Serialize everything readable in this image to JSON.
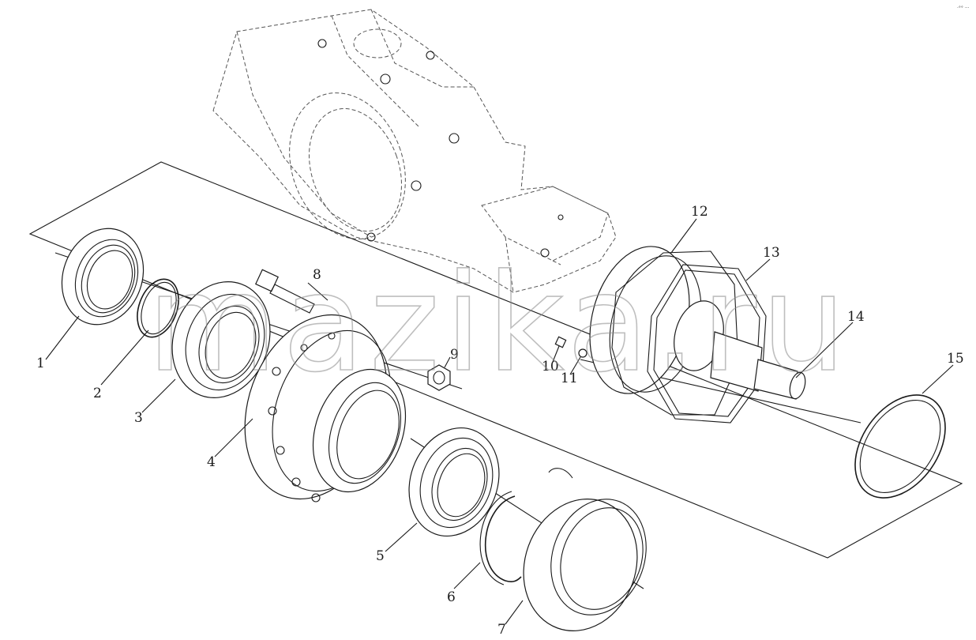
{
  "watermark": "mazika.ru",
  "corner_note": "·°° ···",
  "callouts": [
    {
      "id": "1",
      "text": "1"
    },
    {
      "id": "2",
      "text": "2"
    },
    {
      "id": "3",
      "text": "3"
    },
    {
      "id": "4",
      "text": "4"
    },
    {
      "id": "5",
      "text": "5"
    },
    {
      "id": "6",
      "text": "6"
    },
    {
      "id": "7",
      "text": "7"
    },
    {
      "id": "8",
      "text": "8"
    },
    {
      "id": "9",
      "text": "9"
    },
    {
      "id": "10",
      "text": "10"
    },
    {
      "id": "11",
      "text": "11"
    },
    {
      "id": "12",
      "text": "12"
    },
    {
      "id": "13",
      "text": "13"
    },
    {
      "id": "14",
      "text": "14"
    },
    {
      "id": "15",
      "text": "15"
    }
  ]
}
